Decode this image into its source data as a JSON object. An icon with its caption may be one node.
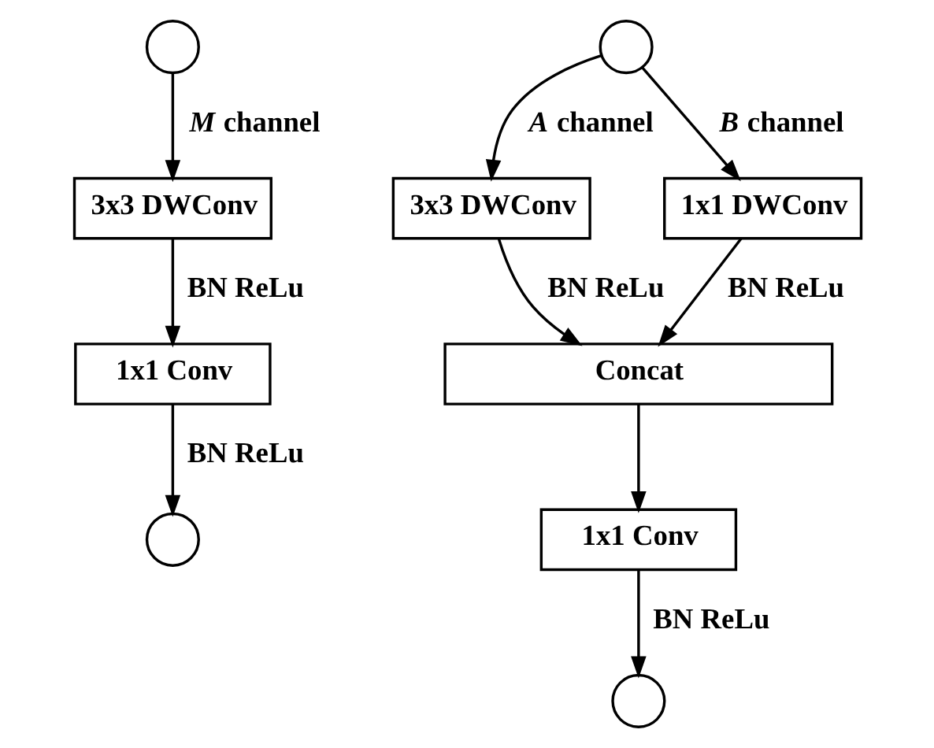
{
  "diagram": {
    "nodes": [
      {
        "text": [],
        "shape": "circle"
      },
      {
        "text": [
          "3x3 DWConv"
        ]
      },
      {
        "text": [
          "1x1 Conv"
        ]
      },
      {
        "text": [],
        "shape": "circle"
      },
      {
        "text": [],
        "shape": "circle"
      },
      {
        "text": [
          "3x3 DWConv"
        ]
      },
      {
        "text": [
          "1x1 DWConv"
        ]
      },
      {
        "text": [
          "Concat"
        ]
      },
      {
        "text": [
          "1x1 Conv"
        ]
      },
      {
        "text": [],
        "shape": "circle"
      }
    ],
    "edges": [
      {
        "from": 0,
        "to": 1,
        "arrow": "to",
        "label": "*M* channel"
      },
      {
        "from": 1,
        "to": 2,
        "arrow": "to",
        "label": "BN ReLu"
      },
      {
        "from": 2,
        "to": 3,
        "arrow": "to",
        "label": "BN ReLu"
      },
      {
        "from": 4,
        "to": 5,
        "arrow": "to",
        "label": "*A* channel"
      },
      {
        "from": 4,
        "to": 6,
        "arrow": "to",
        "label": "*B* channel"
      },
      {
        "from": 5,
        "to": 7,
        "arrow": "to",
        "label": "BN ReLu"
      },
      {
        "from": 6,
        "to": 7,
        "arrow": "to",
        "label": "BN ReLu"
      },
      {
        "from": 7,
        "to": 8,
        "arrow": "to"
      },
      {
        "from": 8,
        "to": 9,
        "arrow": "to",
        "label": "BN ReLu"
      }
    ]
  }
}
